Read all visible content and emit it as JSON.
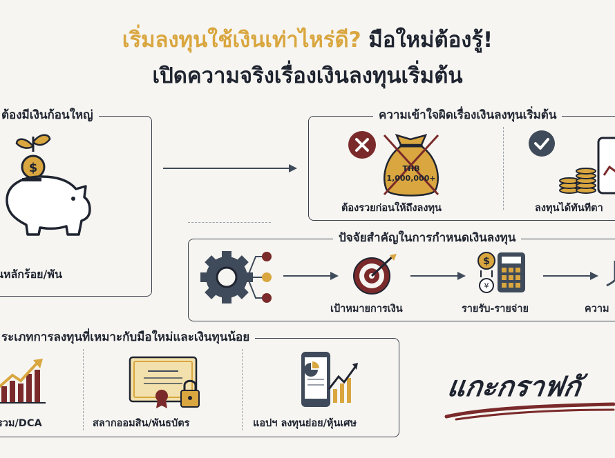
{
  "title": {
    "line1_highlight": "เริ่มลงทุนใช้เงินเท่าไหร่ดี?",
    "line1_rest": "มือใหม่ต้องรู้!",
    "line2": "เปิดความจริงเรื่องเงินลงทุนเริ่มต้น"
  },
  "panel_left": {
    "title": "ต้องมีเงินก้อนใหญ่",
    "caption": "นหลักร้อย/พัน"
  },
  "panel_myth": {
    "title": "ความเข้าใจผิดเรื่องเงินลงทุนเริ่มต้น",
    "bag_label": "THB 1,000,000+",
    "wrong_caption": "ต้องรวยก่อนให้ถึงลงทุน",
    "right_caption": "ลงทุนได้ทันทีตา"
  },
  "panel_factors": {
    "title": "ปัจจัยสำคัญในการกำหนดเงินลงทุน",
    "items": [
      "เป้าหมายการเงิน",
      "รายรับ-รายจ่าย",
      "ความ"
    ]
  },
  "panel_types": {
    "title": "ระเภทการลงทุนที่เหมาะกับมือใหม่และเงินทุนน้อย",
    "items": [
      "รวม/DCA",
      "สลากออมสิน/พันธบัตร",
      "แอปฯ ลงทุนย่อย/หุ้นเศษ"
    ]
  },
  "brand": "แกะกราฟกั",
  "colors": {
    "gold": "#d9a63f",
    "maroon": "#7a2a2a",
    "slate": "#3f4a5a",
    "ink": "#1f2430"
  }
}
